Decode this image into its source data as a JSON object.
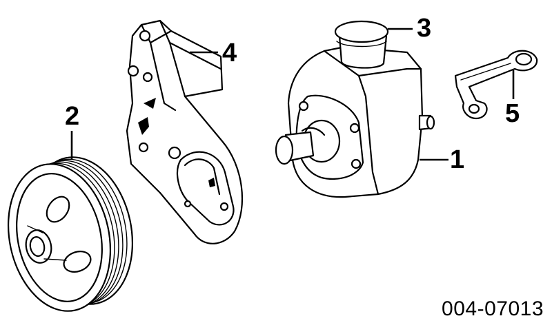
{
  "callouts": [
    {
      "id": "1",
      "text": "1",
      "part": "power steering pump"
    },
    {
      "id": "2",
      "text": "2",
      "part": "pulley"
    },
    {
      "id": "3",
      "text": "3",
      "part": "reservoir cap"
    },
    {
      "id": "4",
      "text": "4",
      "part": "mounting bracket"
    },
    {
      "id": "5",
      "text": "5",
      "part": "support brace"
    }
  ],
  "diagram_code": "004-07013",
  "colors": {
    "line": "#000000",
    "background": "#ffffff"
  }
}
